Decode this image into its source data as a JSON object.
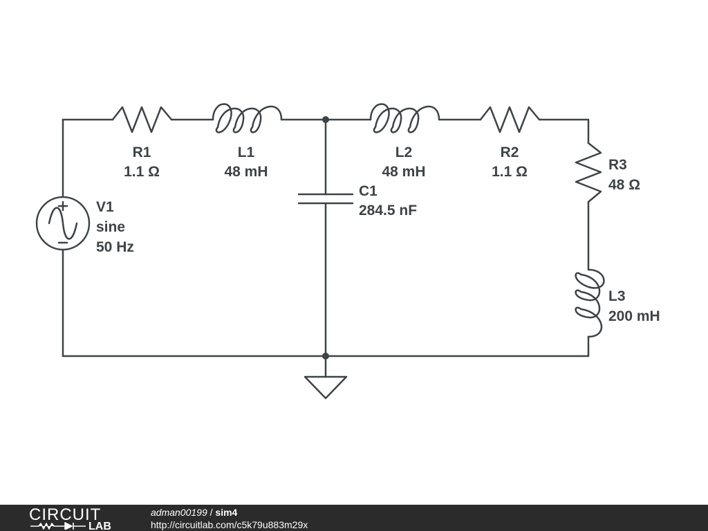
{
  "components": {
    "v1": {
      "name": "V1",
      "type": "sine",
      "value": "50 Hz"
    },
    "r1": {
      "name": "R1",
      "value": "1.1 Ω"
    },
    "l1": {
      "name": "L1",
      "value": "48 mH"
    },
    "c1": {
      "name": "C1",
      "value": "284.5 nF"
    },
    "l2": {
      "name": "L2",
      "value": "48 mH"
    },
    "r2": {
      "name": "R2",
      "value": "1.1 Ω"
    },
    "r3": {
      "name": "R3",
      "value": "48 Ω"
    },
    "l3": {
      "name": "L3",
      "value": "200 mH"
    }
  },
  "footer": {
    "logo_top": "CIRCUIT",
    "logo_bottom": "LAB",
    "user": "adman00199",
    "separator": " / ",
    "title": "sim4",
    "url": "http://circuitlab.com/c5k79u883m29x"
  },
  "colors": {
    "wire": "#3d4346",
    "footer_bg": "#2b2b2b",
    "background": "#ffffff"
  }
}
